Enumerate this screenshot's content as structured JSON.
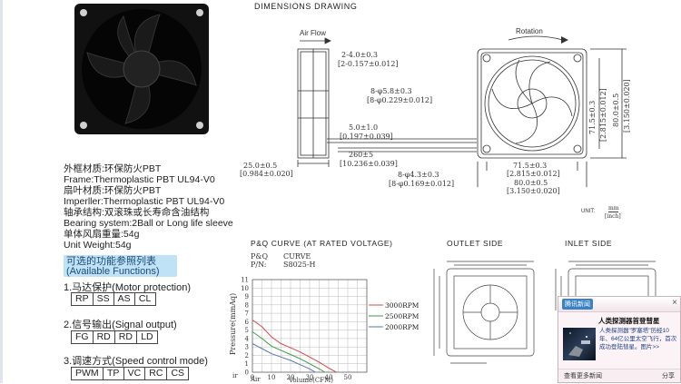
{
  "drawing": {
    "dimensions_title": "DIMENSIONS DRAWING",
    "air_flow": "Air Flow",
    "rotation": "Rotation",
    "dim_2": "2-4.0±0.3",
    "dim_2_in": "[2-0.157±0.012]",
    "dim_8a": "8-φ5.8±0.3",
    "dim_8a_in": "[8-φ0.229±0.012]",
    "dim_5": "5.0±1.0",
    "dim_5_in": "[0.197±0.039]",
    "dim_260": "260±5",
    "dim_260_in": "[10.236±0.039]",
    "dim_25": "25.0±0.5",
    "dim_25_in": "[0.984±0.020]",
    "dim_8b": "8-φ4.3±0.3",
    "dim_8b_in": "[8-φ0.169±0.012]",
    "dim_715": "71.5±0.3",
    "dim_715_in": "[2.815±0.012]",
    "dim_80": "80.0±0.5",
    "dim_80_in": "[3.150±0.020]",
    "unit_label": "UNIT:",
    "unit_mm": "mm",
    "unit_inch": "[inch]"
  },
  "specs": {
    "frame_cn": "外框材质:环保防火PBT",
    "frame_en": "Frame:Thermoplastic PBT UL94-V0",
    "impeller_cn": "扇叶材质:环保防火PBT",
    "impeller_en": "Imperller:Thermoplastic PBT UL94-V0",
    "bearing_cn": "轴承结构:双滚珠或长寿命含油结构",
    "bearing_en": "Bearing system:2Ball or Long life sleeve",
    "weight_cn": "单体风扇重量:54g",
    "weight_en": "Unit Weight:54g"
  },
  "functions": {
    "title_cn": "可选的功能参照列表",
    "title_en": "(Available Functions)",
    "motor_label": "1.马达保护(Motor protection)",
    "motor_opts": [
      "RP",
      "SS",
      "AS",
      "CL"
    ],
    "signal_label": "2.信号输出(Signal output)",
    "signal_opts": [
      "FG",
      "RD",
      "RD",
      "LD"
    ],
    "speed_label": "3.调速方式(Speed control mode)",
    "speed_opts": [
      "PWM",
      "TP",
      "VC",
      "RC",
      "CS"
    ]
  },
  "curve": {
    "title": "P&Q CURVE (AT RATED VOLTAGE)",
    "pq": "P&Q",
    "curve": "CURVE",
    "pn": "P/N:",
    "model": "S8025-H",
    "ylabel": "Pressure(mmAq)",
    "xlabel": "Volume(CFM)",
    "x_partial": "Air",
    "y_partial": "ir"
  },
  "chart_data": {
    "type": "line",
    "title": "P&Q CURVE (AT RATED VOLTAGE)",
    "xlabel": "Volume(CFM)",
    "ylabel": "Pressure(mmAq)",
    "xlim": [
      0,
      60
    ],
    "ylim": [
      0,
      11
    ],
    "x_ticks": [
      0,
      10,
      20,
      30,
      40,
      50
    ],
    "y_ticks": [
      0,
      1,
      2,
      3,
      4,
      5,
      6,
      7,
      8,
      9,
      10,
      11
    ],
    "grid": true,
    "legend": "right",
    "series": [
      {
        "name": "3000RPM",
        "color": "#d64a4a",
        "x": [
          0,
          5,
          10,
          15,
          20,
          25,
          30,
          35,
          40,
          44
        ],
        "y": [
          6.2,
          5.4,
          4.2,
          3.4,
          2.9,
          2.4,
          1.8,
          1.2,
          0.5,
          0.0
        ]
      },
      {
        "name": "2500RPM",
        "color": "#3f9a4a",
        "x": [
          0,
          5,
          10,
          15,
          20,
          25,
          30,
          35,
          38
        ],
        "y": [
          4.8,
          4.0,
          3.1,
          2.6,
          2.1,
          1.6,
          1.0,
          0.4,
          0.0
        ]
      },
      {
        "name": "2000RPM",
        "color": "#5a76b8",
        "x": [
          0,
          5,
          10,
          15,
          20,
          25,
          30,
          33
        ],
        "y": [
          3.4,
          2.8,
          2.2,
          1.8,
          1.4,
          0.9,
          0.4,
          0.0
        ]
      }
    ]
  },
  "sides": {
    "outlet": "OUTLET SIDE",
    "inlet": "INLET SIDE"
  },
  "popup": {
    "tag": "腾讯新闻",
    "close": "×",
    "headline": "人类探测器首登彗星",
    "body": "人类探测器\"罗塞塔\"历经10年、64亿公里太空飞行，首次成功登陆彗星。图片>>",
    "more": "查看更多新闻",
    "share": "分享"
  }
}
